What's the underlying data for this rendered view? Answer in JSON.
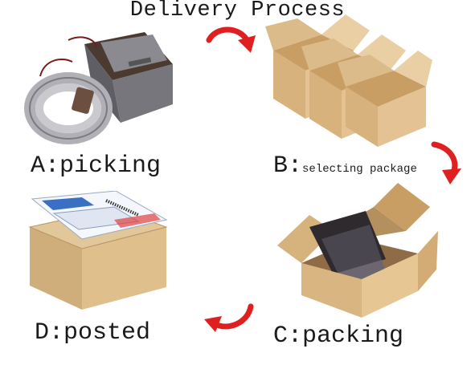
{
  "title": "Delivery Process",
  "steps": {
    "a": {
      "label": "A:picking"
    },
    "b": {
      "prefix": "B:",
      "label": "selecting package"
    },
    "c": {
      "label": "C:packing"
    },
    "d": {
      "label": "D:posted"
    }
  },
  "colors": {
    "arrow": "#e02020",
    "cardboard": "#d9b582",
    "text": "#1a1a1a"
  },
  "icons": [
    "curved-arrow-icon"
  ]
}
